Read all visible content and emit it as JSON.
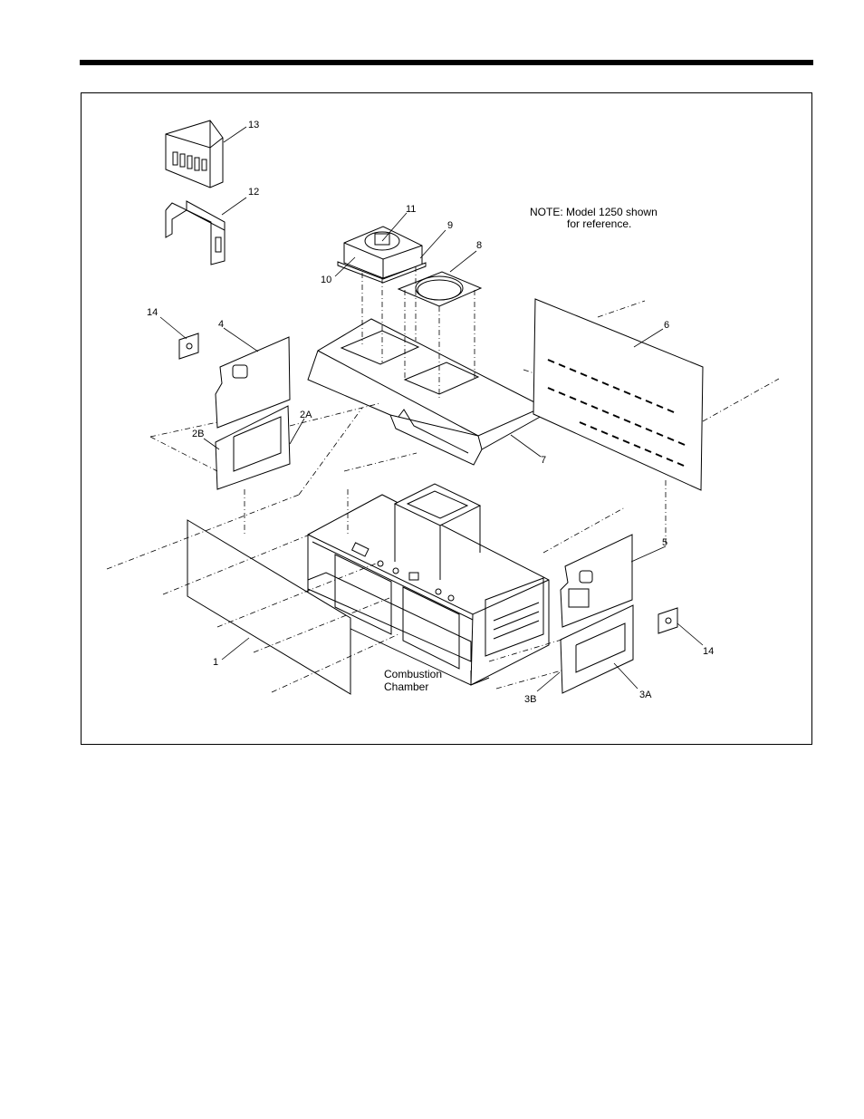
{
  "note": {
    "line1": "NOTE: Model 1250 shown",
    "line2": "for reference."
  },
  "callouts": {
    "c1": "1",
    "c2A": "2A",
    "c2B": "2B",
    "c3A": "3A",
    "c3B": "3B",
    "c4": "4",
    "c5": "5",
    "c6": "6",
    "c7": "7",
    "c8": "8",
    "c9": "9",
    "c10": "10",
    "c11": "11",
    "c12": "12",
    "c13": "13",
    "c14_left": "14",
    "c14_right": "14"
  },
  "combustion": {
    "line1": "Combustion",
    "line2": "Chamber"
  }
}
